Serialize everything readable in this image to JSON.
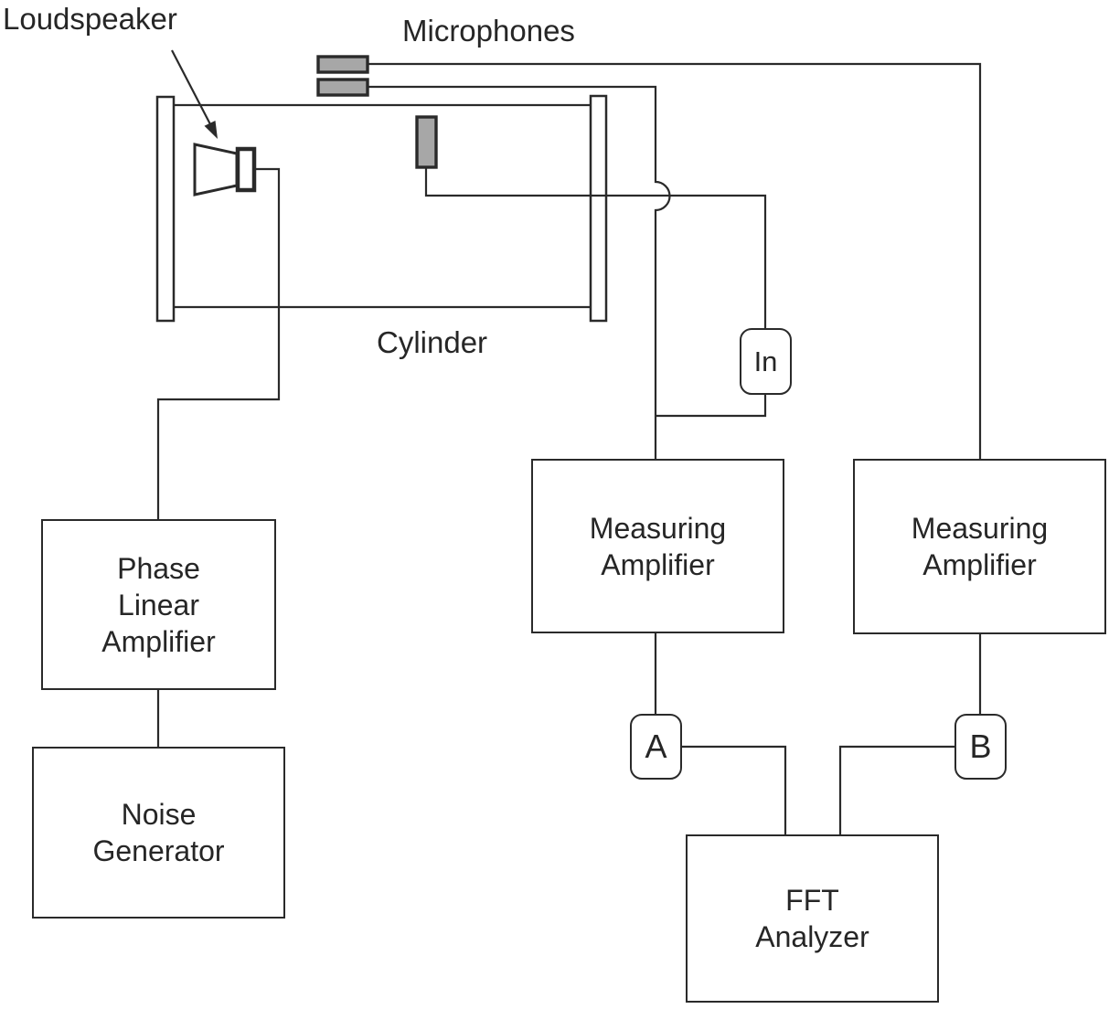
{
  "diagram": {
    "labels": {
      "loudspeaker": "Loudspeaker",
      "microphones": "Microphones",
      "cylinder": "Cylinder"
    },
    "boxes": {
      "phase_linear_amplifier": "Phase\nLinear\nAmplifier",
      "noise_generator": "Noise\nGenerator",
      "measuring_amplifier_left": "Measuring\nAmplifier",
      "measuring_amplifier_right": "Measuring\nAmplifier",
      "fft_analyzer": "FFT\nAnalyzer",
      "input_node": "In",
      "channel_a": "A",
      "channel_b": "B"
    },
    "colors": {
      "line": "#2a2a2a",
      "mic_fill": "#a7a7a7",
      "shape_fill": "#ffffff",
      "background": "#ffffff",
      "text": "#262626"
    }
  }
}
